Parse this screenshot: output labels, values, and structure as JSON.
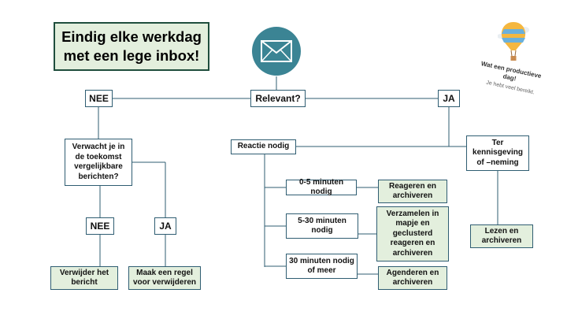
{
  "title": {
    "line1": "Eindig elke werkdag",
    "line2": "met een lege inbox!"
  },
  "icons": {
    "mail": "envelope-icon",
    "balloon": "hot-air-balloon-icon"
  },
  "badge": {
    "title": "Wat een productieve dag!",
    "subtitle": "Je hebt veel bereikt."
  },
  "nodes": {
    "relevant": "Relevant?",
    "nee_top": "NEE",
    "ja_top": "JA",
    "verwacht": "Verwacht je in de toekomst vergelijkbare berichten?",
    "nee_left": "NEE",
    "ja_left": "JA",
    "verwijder": "Verwijder het bericht",
    "regel": "Maak een regel voor verwijderen",
    "reactie": "Reactie nodig",
    "ter_kennis": "Ter kennisgeving of –neming",
    "lezen": "Lezen en archiveren",
    "min_0_5": "0-5 minuten nodig",
    "min_5_30": "5-30 minuten nodig",
    "min_30": "30 minuten nodig of meer",
    "reageren": "Reageren en archiveren",
    "verzamelen": "Verzamelen in mapje en geclusterd reageren en archiveren",
    "agenderen": "Agenderen en archiveren"
  },
  "colors": {
    "line": "#2f5d72",
    "green_fill": "#e3efdd",
    "mail_circle": "#3b8494"
  }
}
